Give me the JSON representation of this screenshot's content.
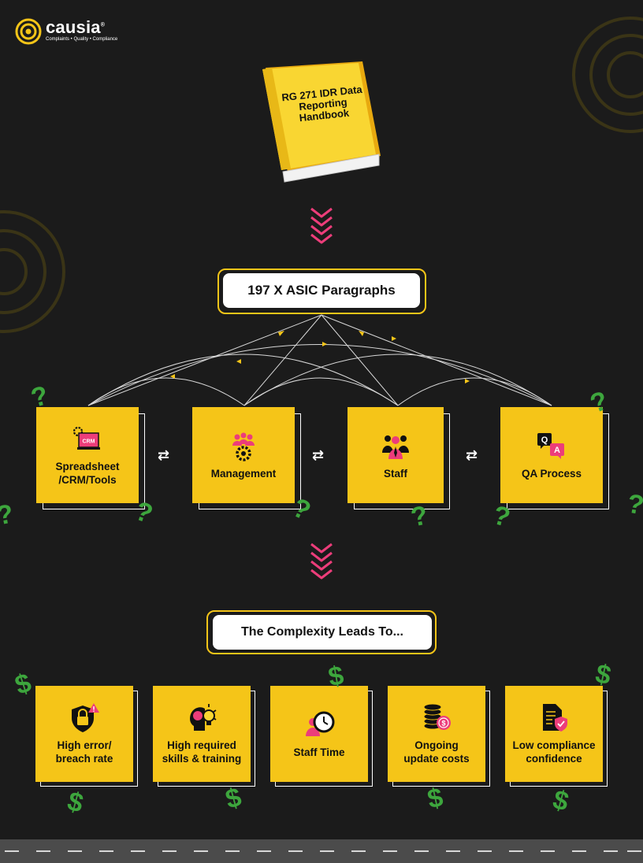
{
  "brand": {
    "name": "causia",
    "registered": "®",
    "tagline": "Complaints • Quality • Compliance"
  },
  "handbook": {
    "title": "RG 271 IDR Data Reporting Handbook"
  },
  "paragraphs_box": {
    "label": "197 X ASIC Paragraphs"
  },
  "sources": [
    {
      "label": "Spreadsheet /CRM/Tools",
      "icon": "crm-gear-icon",
      "badge": "CRM"
    },
    {
      "label": "Management",
      "icon": "team-gear-icon"
    },
    {
      "label": "Staff",
      "icon": "staff-people-icon"
    },
    {
      "label": "QA Process",
      "icon": "qa-chat-icon",
      "q": "Q",
      "a": "A"
    }
  ],
  "complexity_box": {
    "label": "The Complexity Leads To..."
  },
  "outcomes": [
    {
      "label": "High error/ breach rate",
      "icon": "lock-shield-alert-icon"
    },
    {
      "label": "High required skills & training",
      "icon": "head-lightbulb-icon"
    },
    {
      "label": "Staff Time",
      "icon": "person-clock-icon"
    },
    {
      "label": "Ongoing update costs",
      "icon": "coin-stack-icon"
    },
    {
      "label": "Low compliance confidence",
      "icon": "document-shield-icon"
    }
  ],
  "symbols": {
    "question": "?",
    "dollar": "$",
    "swap": "⇄"
  },
  "colors": {
    "background": "#1b1b1b",
    "accent_yellow": "#f5c518",
    "accent_pink": "#ec3d7a",
    "accent_green": "#3da63d"
  }
}
